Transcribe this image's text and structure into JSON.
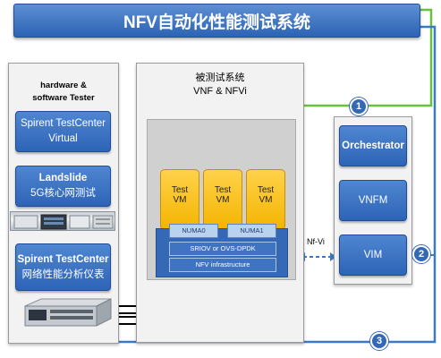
{
  "title": "NFV自动化性能测试系统",
  "tester_panel": {
    "title_line1": "hardware &",
    "title_line2": "software Tester",
    "box1": [
      "Spirent TestCenter",
      "Virtual"
    ],
    "box2": [
      "Landslide",
      "5G核心网测试"
    ],
    "box3": [
      "Spirent TestCenter",
      "网络性能分析仪表"
    ]
  },
  "sut_panel": {
    "title_line1": "被测试系统",
    "title_line2": "VNF & NFVi",
    "vms": [
      {
        "line1": "Test",
        "line2": "VM"
      },
      {
        "line1": "Test",
        "line2": "VM"
      },
      {
        "line1": "Test",
        "line2": "VM"
      }
    ],
    "numa0": "NUMA0",
    "numa1": "NUMA1",
    "sriov": "SRIOV  or OVS-DPDK",
    "nfv_infra": "NFV infrastructure"
  },
  "mano_panel": {
    "orchestrator": "Orchestrator",
    "vnfm": "VNFM",
    "vim": "VIM"
  },
  "nf_vi_label": "Nf-Vi",
  "badges": [
    "1",
    "2",
    "3"
  ],
  "colors": {
    "blue": "#2e64b6",
    "green": "#66c23a",
    "vm_yellow": "#f4b400",
    "dashed_blue": "#3a78c9"
  }
}
